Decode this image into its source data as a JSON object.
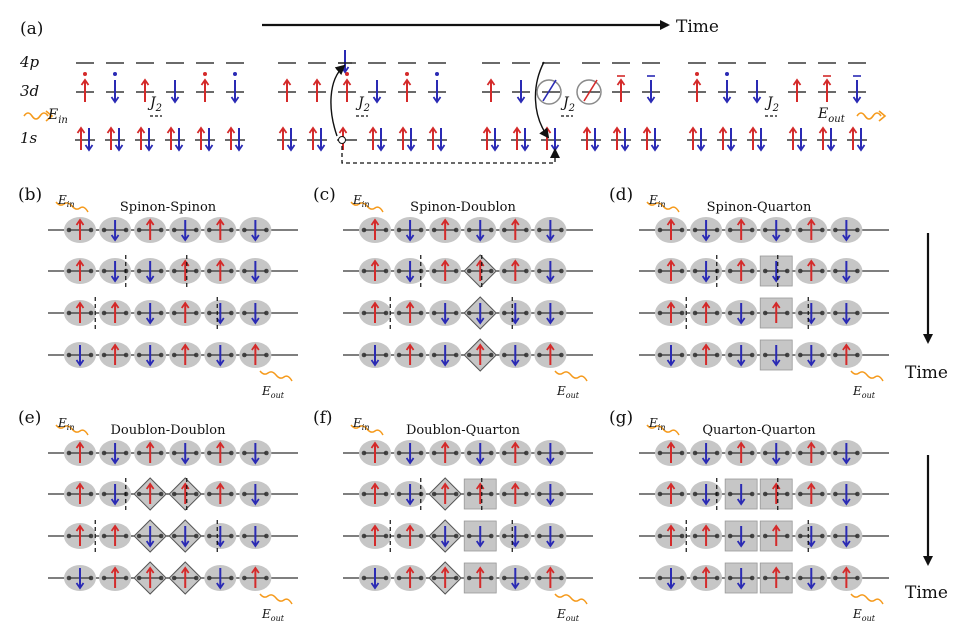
{
  "header": {
    "panel_a": "(a)",
    "time_label": "Time",
    "orbital_4p": "4p",
    "orbital_3d": "3d",
    "orbital_1s": "1s",
    "e_in": "E",
    "e_in_sub": "in",
    "e_out": "E",
    "e_out_sub": "out",
    "j2": "J",
    "j2_sub": "2"
  },
  "panels": [
    {
      "tag": "(b)",
      "title": "Spinon-Spinon",
      "rows": [
        [
          "u",
          "d",
          "u",
          "d",
          "u",
          "d"
        ],
        [
          "u",
          "d",
          "|",
          "d",
          "u",
          "|",
          "u",
          "d"
        ],
        [
          "u",
          "|",
          "u",
          "d",
          "u",
          "d",
          "|",
          "d"
        ],
        [
          "d",
          "u",
          "d",
          "u",
          "d",
          "u"
        ]
      ]
    },
    {
      "tag": "(c)",
      "title": "Spinon-Doublon",
      "rows": [
        [
          "u",
          "d",
          "u",
          "d",
          "u",
          "d"
        ],
        [
          "u",
          "d",
          "|",
          "u",
          "D",
          "|",
          "u",
          "d"
        ],
        [
          "u",
          "|",
          "u",
          "d",
          "D",
          "d",
          "|",
          "d"
        ],
        [
          "d",
          "u",
          "d",
          "D",
          "d",
          "u"
        ]
      ]
    },
    {
      "tag": "(d)",
      "title": "Spinon-Quarton",
      "rows": [
        [
          "u",
          "d",
          "u",
          "d",
          "u",
          "d"
        ],
        [
          "u",
          "d",
          "|",
          "u",
          "Qd",
          "|",
          "u",
          "d"
        ],
        [
          "u",
          "|",
          "u",
          "d",
          "Qu",
          "d",
          "|",
          "d"
        ],
        [
          "d",
          "u",
          "d",
          "Qd",
          "d",
          "u"
        ]
      ]
    },
    {
      "tag": "(e)",
      "title": "Doublon-Doublon",
      "rows": [
        [
          "u",
          "d",
          "u",
          "d",
          "u",
          "d"
        ],
        [
          "u",
          "d",
          "|",
          "D",
          "D",
          "|",
          "u",
          "d"
        ],
        [
          "u",
          "|",
          "u",
          "D",
          "D",
          "d",
          "|",
          "d"
        ],
        [
          "d",
          "u",
          "D",
          "D",
          "d",
          "u"
        ]
      ]
    },
    {
      "tag": "(f)",
      "title": "Doublon-Quarton",
      "rows": [
        [
          "u",
          "d",
          "u",
          "d",
          "u",
          "d"
        ],
        [
          "u",
          "d",
          "|",
          "D",
          "Qu",
          "|",
          "u",
          "d"
        ],
        [
          "u",
          "|",
          "u",
          "D",
          "Qd",
          "d",
          "|",
          "d"
        ],
        [
          "d",
          "u",
          "D",
          "Qu",
          "d",
          "u"
        ]
      ]
    },
    {
      "tag": "(g)",
      "title": "Quarton-Quarton",
      "rows": [
        [
          "u",
          "d",
          "u",
          "d",
          "u",
          "d"
        ],
        [
          "u",
          "d",
          "|",
          "Qd",
          "Qu",
          "|",
          "u",
          "d"
        ],
        [
          "u",
          "|",
          "u",
          "Qd",
          "Qu",
          "d",
          "|",
          "d"
        ],
        [
          "d",
          "u",
          "Qd",
          "Qu",
          "d",
          "u"
        ]
      ]
    }
  ],
  "colors": {
    "spin_up": "#d42a2a",
    "spin_down": "#2a2ab4",
    "ellipse": "#c6c6c6",
    "photon": "#f59a1c",
    "text": "#111111"
  }
}
